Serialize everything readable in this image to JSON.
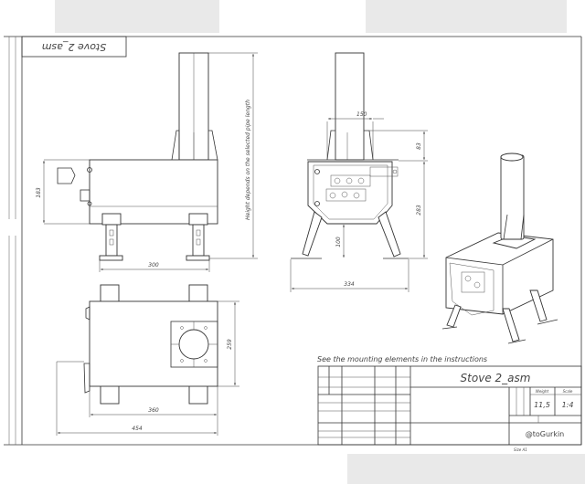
{
  "drawing": {
    "stamp_title": "Stove 2_asm",
    "note": "See the mounting elements in the instructions",
    "height_note": "Height depends on the selected pipe length",
    "dimensions": {
      "side_height": "183",
      "side_leg_spacing": "300",
      "front_pipe_flange": "150",
      "front_flange_height": "83",
      "front_total_height": "283",
      "front_clearance": "100",
      "front_leg_span": "334",
      "top_width": "259",
      "top_length": "360",
      "top_total_length": "454"
    },
    "title_block": {
      "title": "Stove 2_asm",
      "weight_label": "Weight",
      "scale_label": "Scale",
      "weight": "11,5",
      "scale": "1:4",
      "author": "@toGurkin",
      "size": "Size A1"
    }
  }
}
